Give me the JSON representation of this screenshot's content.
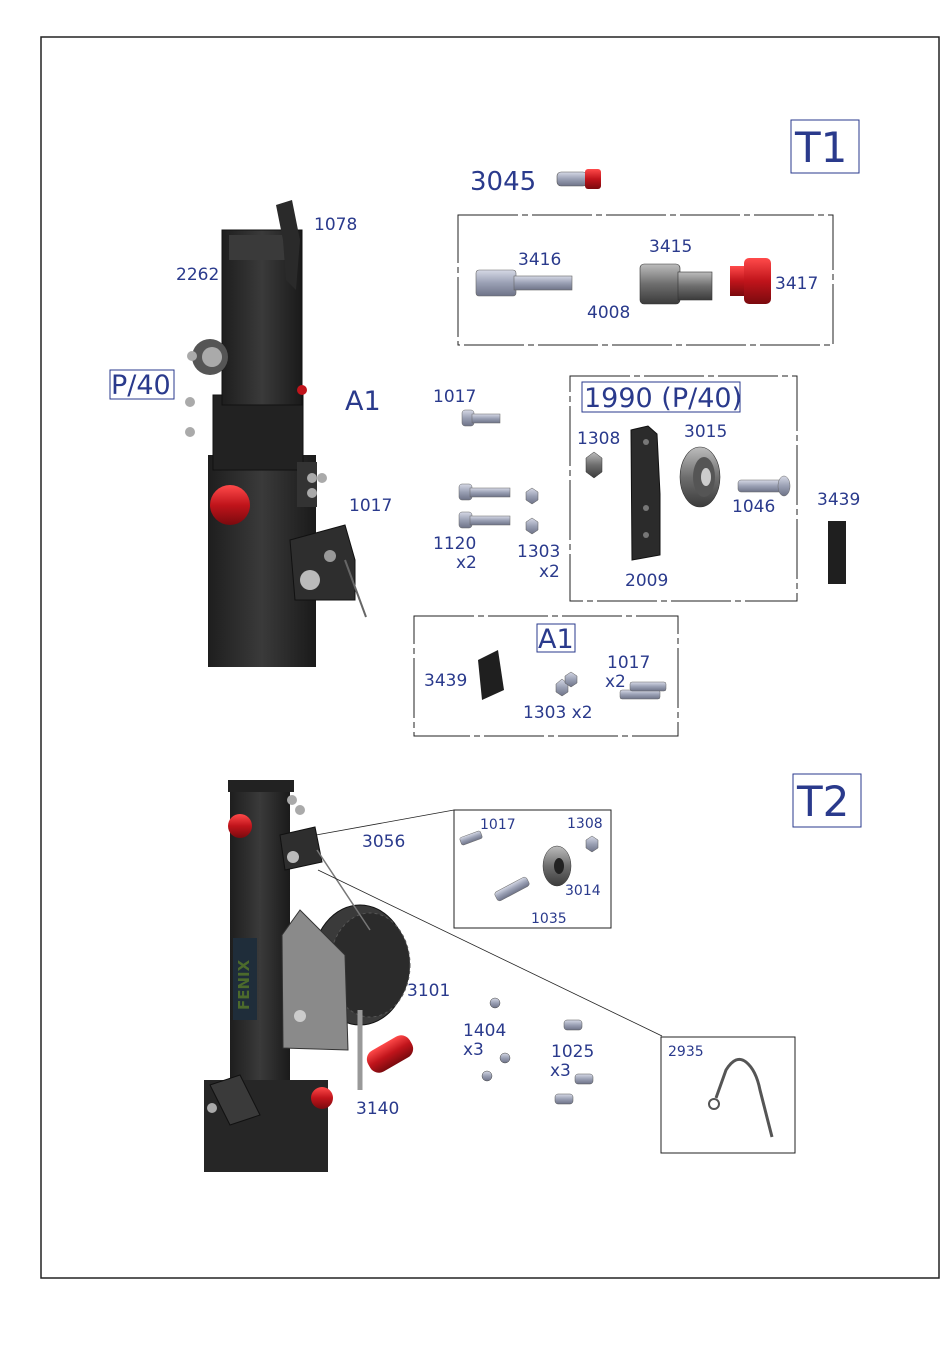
{
  "sections": {
    "t1": "T1",
    "t2": "T2"
  },
  "t1": {
    "part_3045": "3045",
    "assembly_box": {
      "p3416": "3416",
      "p3415": "3415",
      "p4008": "4008",
      "p3417": "3417"
    },
    "left_tower": {
      "p1078": "1078",
      "p2262": "2262",
      "p40": "P/40",
      "a1": "A1",
      "p1017": "1017"
    },
    "loose_parts": {
      "p1017": "1017",
      "p1120": "1120",
      "p1120_qty": "x2",
      "p1303": "1303",
      "p1303_qty": "x2"
    },
    "box_1990": {
      "title": "1990 (P/40)",
      "p1308": "1308",
      "p3015": "3015",
      "p1046": "1046",
      "p2009": "2009"
    },
    "p3439": "3439",
    "box_a1": {
      "title": "A1",
      "p3439": "3439",
      "p1303": "1303 x2",
      "p1017": "1017",
      "p1017_qty": "x2"
    }
  },
  "t2": {
    "p3056": "3056",
    "p3101": "3101",
    "p3140": "3140",
    "p1404": "1404",
    "p1404_qty": "x3",
    "p1025": "1025",
    "p1025_qty": "x3",
    "pulley_box": {
      "p1017": "1017",
      "p1308": "1308",
      "p3014": "3014",
      "p1035": "1035"
    },
    "hook_box": {
      "p2935": "2935"
    },
    "brand_text": "FENIX"
  },
  "colors": {
    "label": "#2a3a8c",
    "part_dark": "#2b2b2b",
    "part_red": "#c0141b",
    "part_grey": "#9aa0b4"
  }
}
